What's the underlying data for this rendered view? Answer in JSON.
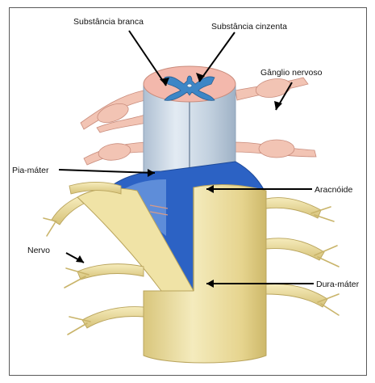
{
  "labels": {
    "substancia_branca": "Substância branca",
    "substancia_cinzenta": "Substância cinzenta",
    "ganglio_nervoso": "Gânglio nervoso",
    "pia_mater": "Pia-máter",
    "aracnoide": "Aracnóide",
    "nervo": "Nervo",
    "dura_mater": "Dura-máter"
  },
  "colors": {
    "white_matter": "#f3b8ac",
    "grey_matter": "#3d86c6",
    "pia_mater": "#c9d6e3",
    "arachnoid": "#2c62c4",
    "dura_mater": "#f0e3a6",
    "nerve": "#eadc96",
    "ganglion": "#f2c4b4"
  }
}
